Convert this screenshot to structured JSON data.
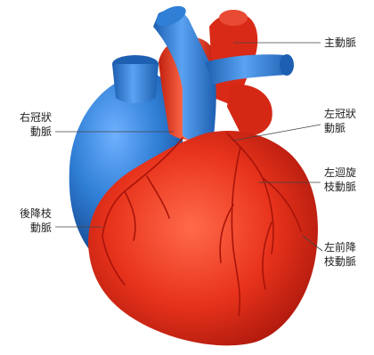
{
  "labels": {
    "main_artery": "主動脈",
    "right_coronary": "右冠狀\n動脈",
    "left_coronary": "左冠狀\n動脈",
    "left_circumflex": "左迴旋\n枝動脈",
    "posterior_descending": "後降枝\n動脈",
    "left_anterior_descending": "左前降\n枝動脈"
  },
  "colors": {
    "heart_red": "#e8331c",
    "heart_dark": "#b81a0e",
    "vessel_blue": "#2f7fd6",
    "vessel_dark_blue": "#1d5fb0",
    "leader_line": "#444444"
  }
}
